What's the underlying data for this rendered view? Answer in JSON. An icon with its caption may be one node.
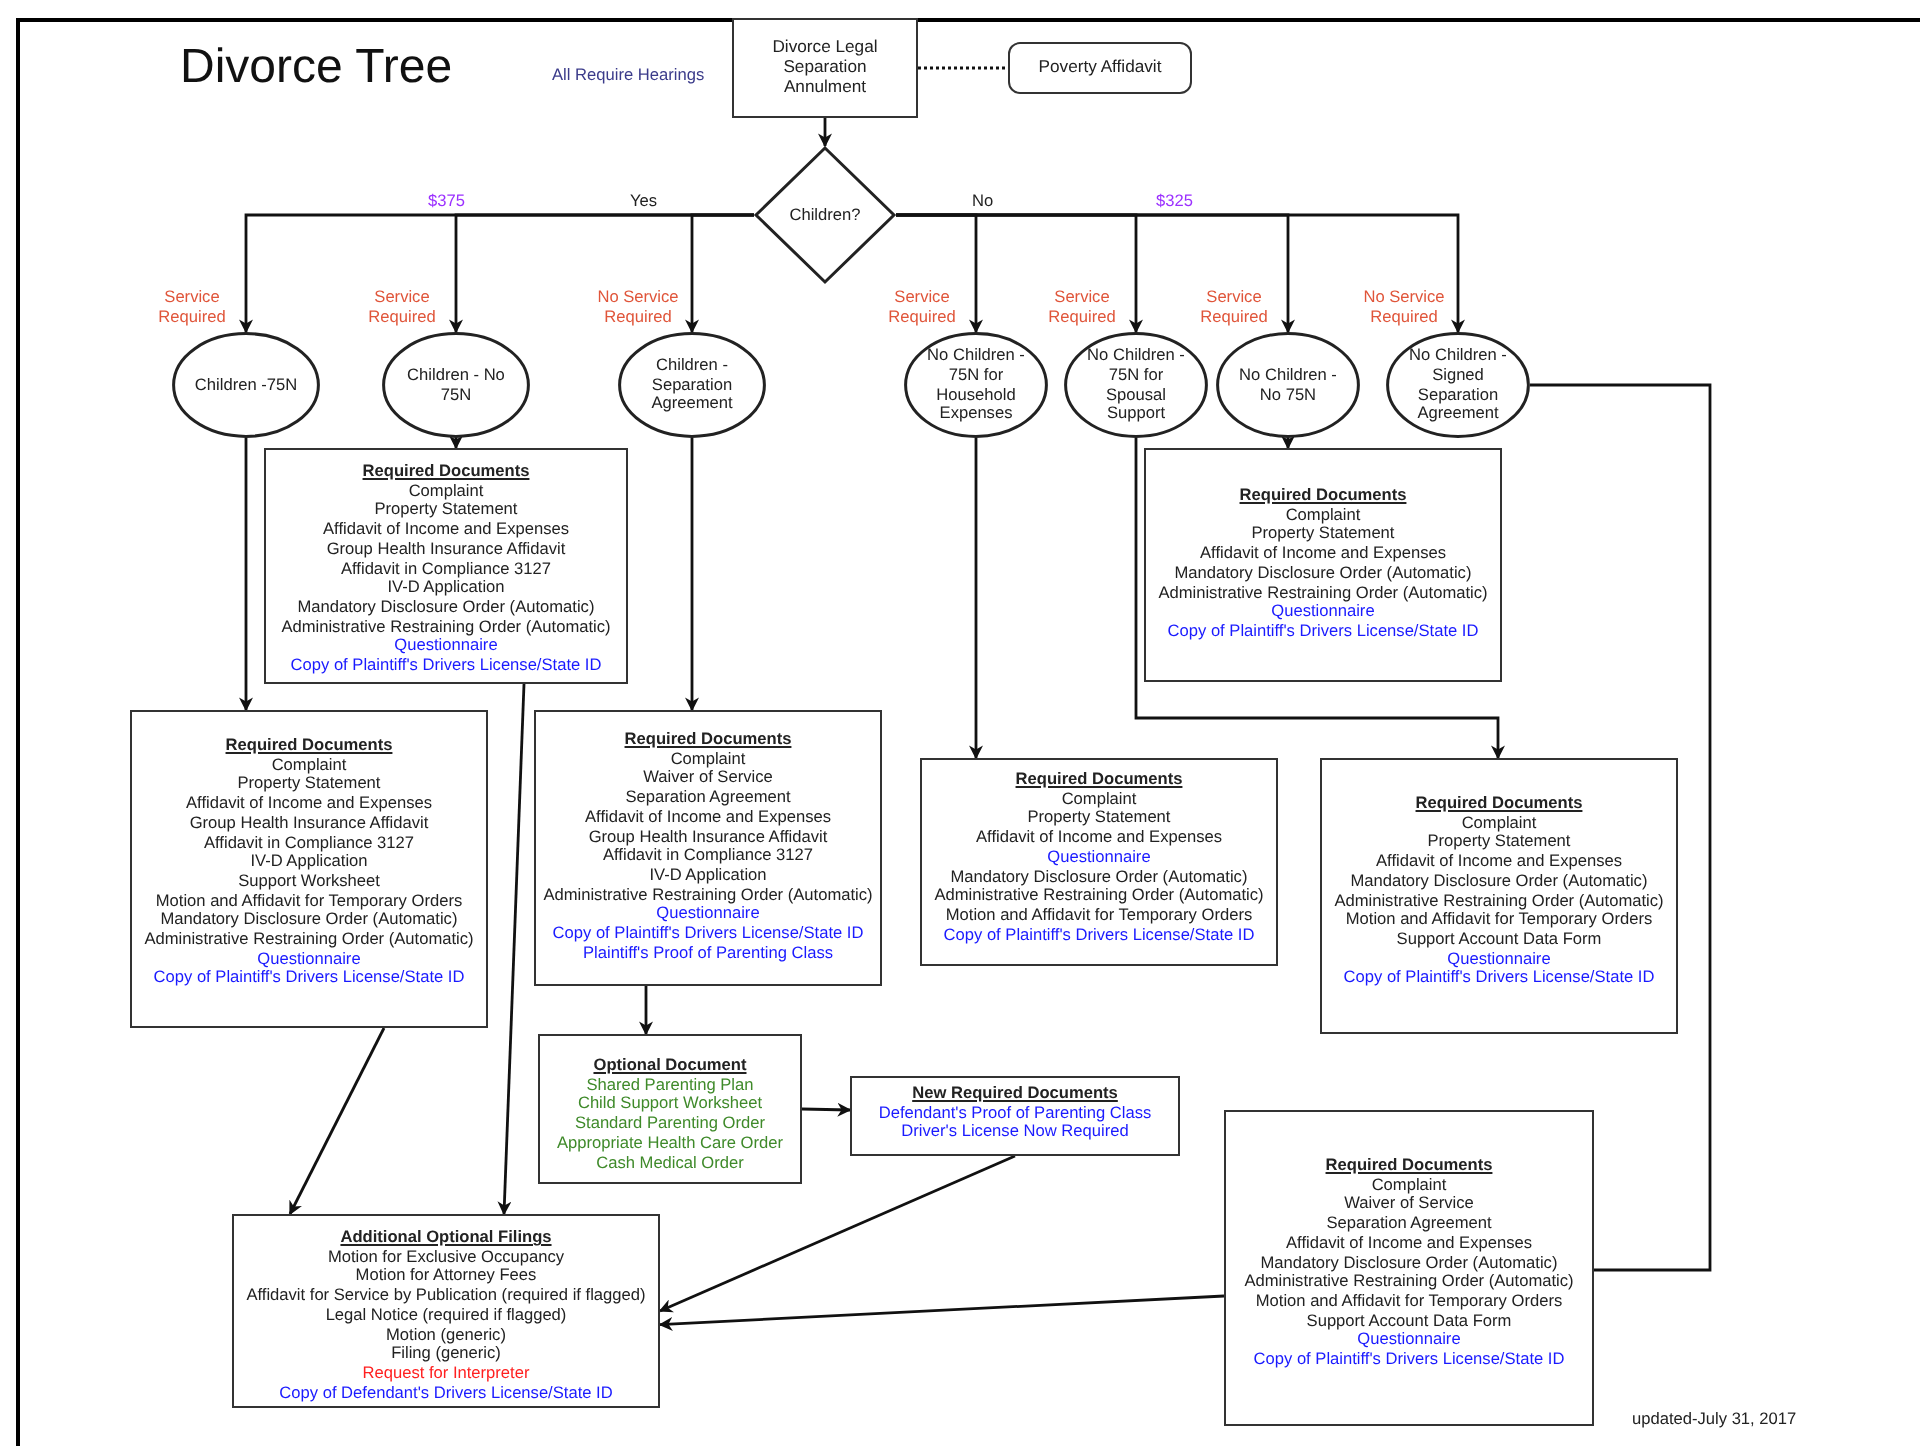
{
  "diagram": {
    "title": "Divorce Tree",
    "nodes": [
      {
        "text": [
          "Divorce Legal Separation Annulment"
        ]
      },
      {
        "text": [
          "Poverty Affidavit"
        ]
      },
      {
        "text": [
          "Children?"
        ]
      },
      {
        "text": [
          "Children -75N"
        ],
        "beside": [
          "Service Required"
        ]
      },
      {
        "text": [
          "Children - No 75N"
        ],
        "beside": [
          "Service Required"
        ]
      },
      {
        "text": [
          "Children - Separation Agreement"
        ],
        "beside": [
          "No Service Required"
        ]
      },
      {
        "text": [
          "No Children - 75N for Household Expenses"
        ],
        "beside": [
          "Service Required"
        ]
      },
      {
        "text": [
          "No Children - 75N for Spousal Support"
        ],
        "beside": [
          "Service Required"
        ]
      },
      {
        "text": [
          "No Children - No 75N"
        ],
        "beside": [
          "Service Required"
        ]
      },
      {
        "text": [
          "No Children - Signed Separation Agreement"
        ],
        "beside": [
          "No Service Required"
        ]
      },
      {
        "text": [
          "Required Documents",
          "Complaint",
          "Property Statement",
          "Affidavit of Income and Expenses",
          "Group Health Insurance Affidavit",
          "Affidavit in Compliance 3127",
          "IV-D Application",
          "Mandatory Disclosure Order (Automatic)",
          "Administrative Restraining Order (Automatic)",
          "Questionnaire",
          "Copy of Plaintiff's Drivers License/State ID"
        ]
      },
      {
        "text": [
          "Required Documents",
          "Complaint",
          "Property Statement",
          "Affidavit of Income and Expenses",
          "Group Health Insurance Affidavit",
          "Affidavit in Compliance 3127",
          "IV-D Application",
          "Support Worksheet",
          "Motion and Affidavit for Temporary Orders",
          "Mandatory Disclosure Order (Automatic)",
          "Administrative Restraining Order (Automatic)",
          "Questionnaire",
          "Copy of Plaintiff's Drivers License/State ID"
        ]
      },
      {
        "text": [
          "Required Documents",
          "Complaint",
          "Waiver of Service",
          "Separation Agreement",
          "Affidavit of Income and Expenses",
          "Group Health Insurance Affidavit",
          "Affidavit in Compliance 3127",
          "IV-D Application",
          "Administrative Restraining Order (Automatic)",
          "Questionnaire",
          "Copy of Plaintiff's Drivers License/State ID",
          "Plaintiff's Proof of Parenting Class"
        ]
      },
      {
        "text": [
          "Required Documents",
          "Complaint",
          "Property Statement",
          "Affidavit of Income and Expenses",
          "Mandatory Disclosure Order (Automatic)",
          "Administrative Restraining Order (Automatic)",
          "Questionnaire",
          "Copy of Plaintiff's Drivers License/State ID"
        ]
      },
      {
        "text": [
          "Required Documents",
          "Complaint",
          "Property Statement",
          "Affidavit of Income and Expenses",
          "Questionnaire",
          "Mandatory Disclosure Order (Automatic)",
          "Administrative Restraining Order (Automatic)",
          "Motion and Affidavit for Temporary Orders",
          "Copy of Plaintiff's Drivers License/State ID"
        ]
      },
      {
        "text": [
          "Required Documents",
          "Complaint",
          "Property Statement",
          "Affidavit of Income and Expenses",
          "Mandatory Disclosure Order (Automatic)",
          "Administrative Restraining Order (Automatic)",
          "Motion and Affidavit for Temporary Orders",
          "Support Account Data Form",
          "Questionnaire",
          "Copy of Plaintiff's Drivers License/State ID"
        ]
      },
      {
        "text": [
          "Optional Document",
          "Shared Parenting Plan",
          "Child Support Worksheet",
          "Standard Parenting Order",
          "Appropriate Health Care Order",
          "Cash Medical Order"
        ]
      },
      {
        "text": [
          "New Required Documents",
          "Defendant's Proof of Parenting Class",
          "Driver's License Now Required"
        ]
      },
      {
        "text": [
          "Additional Optional Filings",
          "Motion for Exclusive Occupancy",
          "Motion for Attorney Fees",
          "Affidavit for Service by Publication (required if flagged)",
          "Legal Notice (required if flagged)",
          "Motion (generic)",
          "Filing (generic)",
          "Request for Interpreter",
          "Copy of Defendant's Drivers License/State ID"
        ]
      },
      {
        "text": [
          "Required Documents",
          "Complaint",
          "Waiver of Service",
          "Separation Agreement",
          "Affidavit of Income and Expenses",
          "Mandatory Disclosure Order (Automatic)",
          "Administrative Restraining Order (Automatic)",
          "Motion and Affidavit for Temporary Orders",
          "Support Account Data Form",
          "Questionnaire",
          "Copy of Plaintiff's Drivers License/State ID"
        ]
      }
    ],
    "edges": [
      {
        "from": 0,
        "to": 1,
        "arrow": "none",
        "style": "dashed"
      },
      {
        "from": 0,
        "to": 2,
        "arrow": "to"
      },
      {
        "from": 2,
        "to": 3,
        "arrow": "to"
      },
      {
        "from": 2,
        "to": 4,
        "arrow": "to"
      },
      {
        "from": 2,
        "to": 5,
        "arrow": "to"
      },
      {
        "from": 2,
        "to": 6,
        "arrow": "to"
      },
      {
        "from": 2,
        "to": 7,
        "arrow": "to"
      },
      {
        "from": 2,
        "to": 8,
        "arrow": "to"
      },
      {
        "from": 2,
        "to": 9,
        "arrow": "to"
      },
      {
        "from": 3,
        "to": 11,
        "arrow": "to"
      },
      {
        "from": 4,
        "to": 10,
        "arrow": "to"
      },
      {
        "from": 5,
        "to": 12,
        "arrow": "to"
      },
      {
        "from": 6,
        "to": 14,
        "arrow": "to"
      },
      {
        "from": 7,
        "to": 15,
        "arrow": "to"
      },
      {
        "from": 8,
        "to": 13,
        "arrow": "to"
      },
      {
        "from": 9,
        "to": 19,
        "arrow": "none"
      },
      {
        "from": 10,
        "to": 18,
        "arrow": "to"
      },
      {
        "from": 11,
        "to": 18,
        "arrow": "to"
      },
      {
        "from": 12,
        "to": 16,
        "arrow": "to"
      },
      {
        "from": 16,
        "to": 17,
        "arrow": "to"
      },
      {
        "from": 17,
        "to": 18,
        "arrow": "to"
      },
      {
        "from": 19,
        "to": 18,
        "arrow": "to"
      }
    ],
    "labels": [
      "All Require Hearings",
      "$375",
      "Yes",
      "No",
      "$325",
      "updated-July 31, 2017"
    ]
  }
}
